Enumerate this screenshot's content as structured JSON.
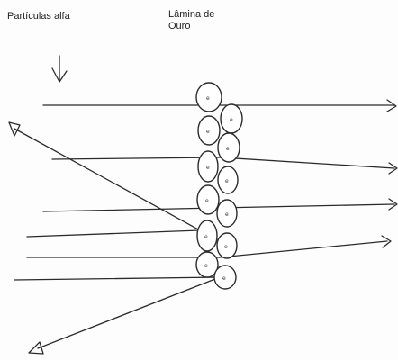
{
  "labels": {
    "particles": "Partículas alfa",
    "foil_line1": "Lâmina de",
    "foil_line2": "Ouro"
  },
  "colors": {
    "ink": "#2b2b2b",
    "paper": "#fdfdfd"
  }
}
